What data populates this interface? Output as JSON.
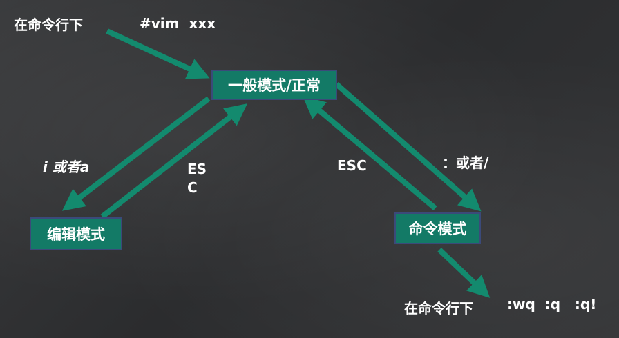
{
  "labels": {
    "cmdline_top": "在命令行下",
    "vim_command": "#vim  xxx",
    "i_or_a": "i 或者a",
    "esc_left": "ES\nC",
    "esc_right": "ESC",
    "colon_or_slash": "：或者/",
    "cmdline_bottom": "在命令行下",
    "quit_commands": ":wq  :q   :q!"
  },
  "modes": {
    "normal": "一般模式/正常",
    "edit": "编辑模式",
    "command": "命令模式"
  },
  "colors": {
    "box_fill": "#137a66",
    "box_border": "#3b4a7a",
    "arrow": "#138a6e",
    "text": "#ffffff",
    "background": "#2f3032"
  }
}
